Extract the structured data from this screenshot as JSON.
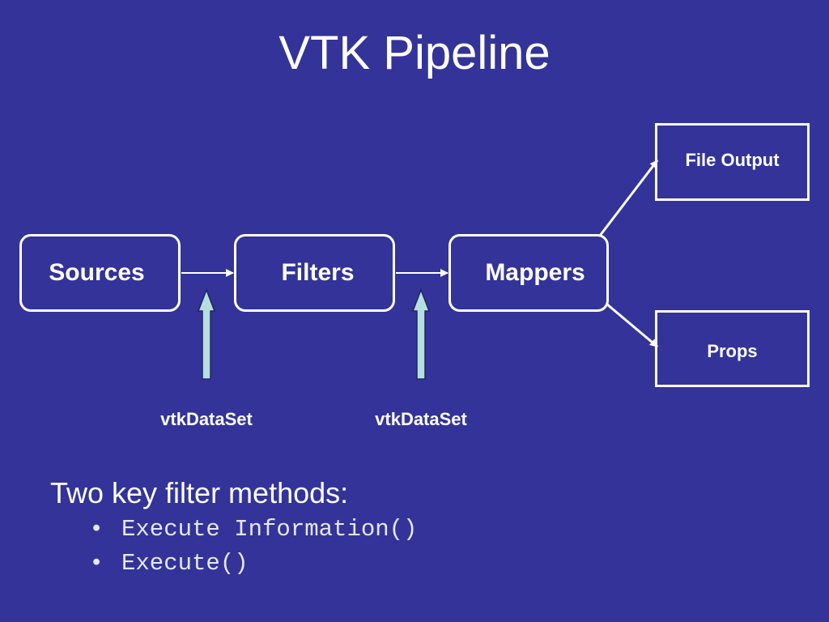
{
  "slide": {
    "title": "VTK Pipeline",
    "background_color": "#333399",
    "text_color": "#ffffff",
    "arrow_fill_color": "#b7dede"
  },
  "diagram": {
    "nodes": [
      {
        "id": "sources",
        "label": "Sources"
      },
      {
        "id": "filters",
        "label": "Filters"
      },
      {
        "id": "mappers",
        "label": "Mappers"
      },
      {
        "id": "file_output",
        "label": "File Output"
      },
      {
        "id": "props",
        "label": "Props"
      }
    ],
    "edges": [
      {
        "from": "sources",
        "to": "filters"
      },
      {
        "from": "filters",
        "to": "mappers"
      },
      {
        "from": "mappers",
        "to": "file_output"
      },
      {
        "from": "mappers",
        "to": "props"
      }
    ],
    "dataset_labels": [
      "vtkDataSet",
      "vtkDataSet"
    ]
  },
  "methods": {
    "heading": "Two key filter methods:",
    "bullet": "•",
    "items": [
      "Execute Information()",
      "Execute()"
    ]
  }
}
